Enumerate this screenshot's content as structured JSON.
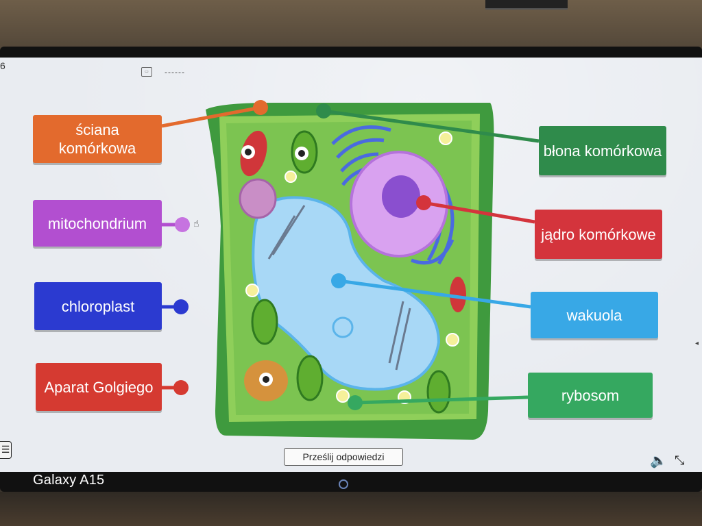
{
  "device": {
    "watermark": "Galaxy A15"
  },
  "header": {
    "page_number": "6",
    "dashes": "------"
  },
  "labels": {
    "sciana": "ściana komórkowa",
    "mito": "mitochondrium",
    "chloro": "chloroplast",
    "golgi": "Aparat Golgiego",
    "blona": "błona komórkowa",
    "jadro": "jądro komórkowe",
    "wakuola": "wakuola",
    "rybosom": "rybosom"
  },
  "colors": {
    "sciana": "#e36a2d",
    "mito": "#b24fd0",
    "chloro": "#2b3ad0",
    "golgi": "#d53a31",
    "blona": "#2f8b4b",
    "jadro": "#d4343c",
    "wakuola": "#38a8e6",
    "rybosom": "#35a860"
  },
  "footer": {
    "submit_label": "Prześlij odpowiedzi"
  },
  "icons": {
    "menu": "menu-icon",
    "sound": "speaker-icon",
    "fullscreen": "fullscreen-exit-icon"
  }
}
